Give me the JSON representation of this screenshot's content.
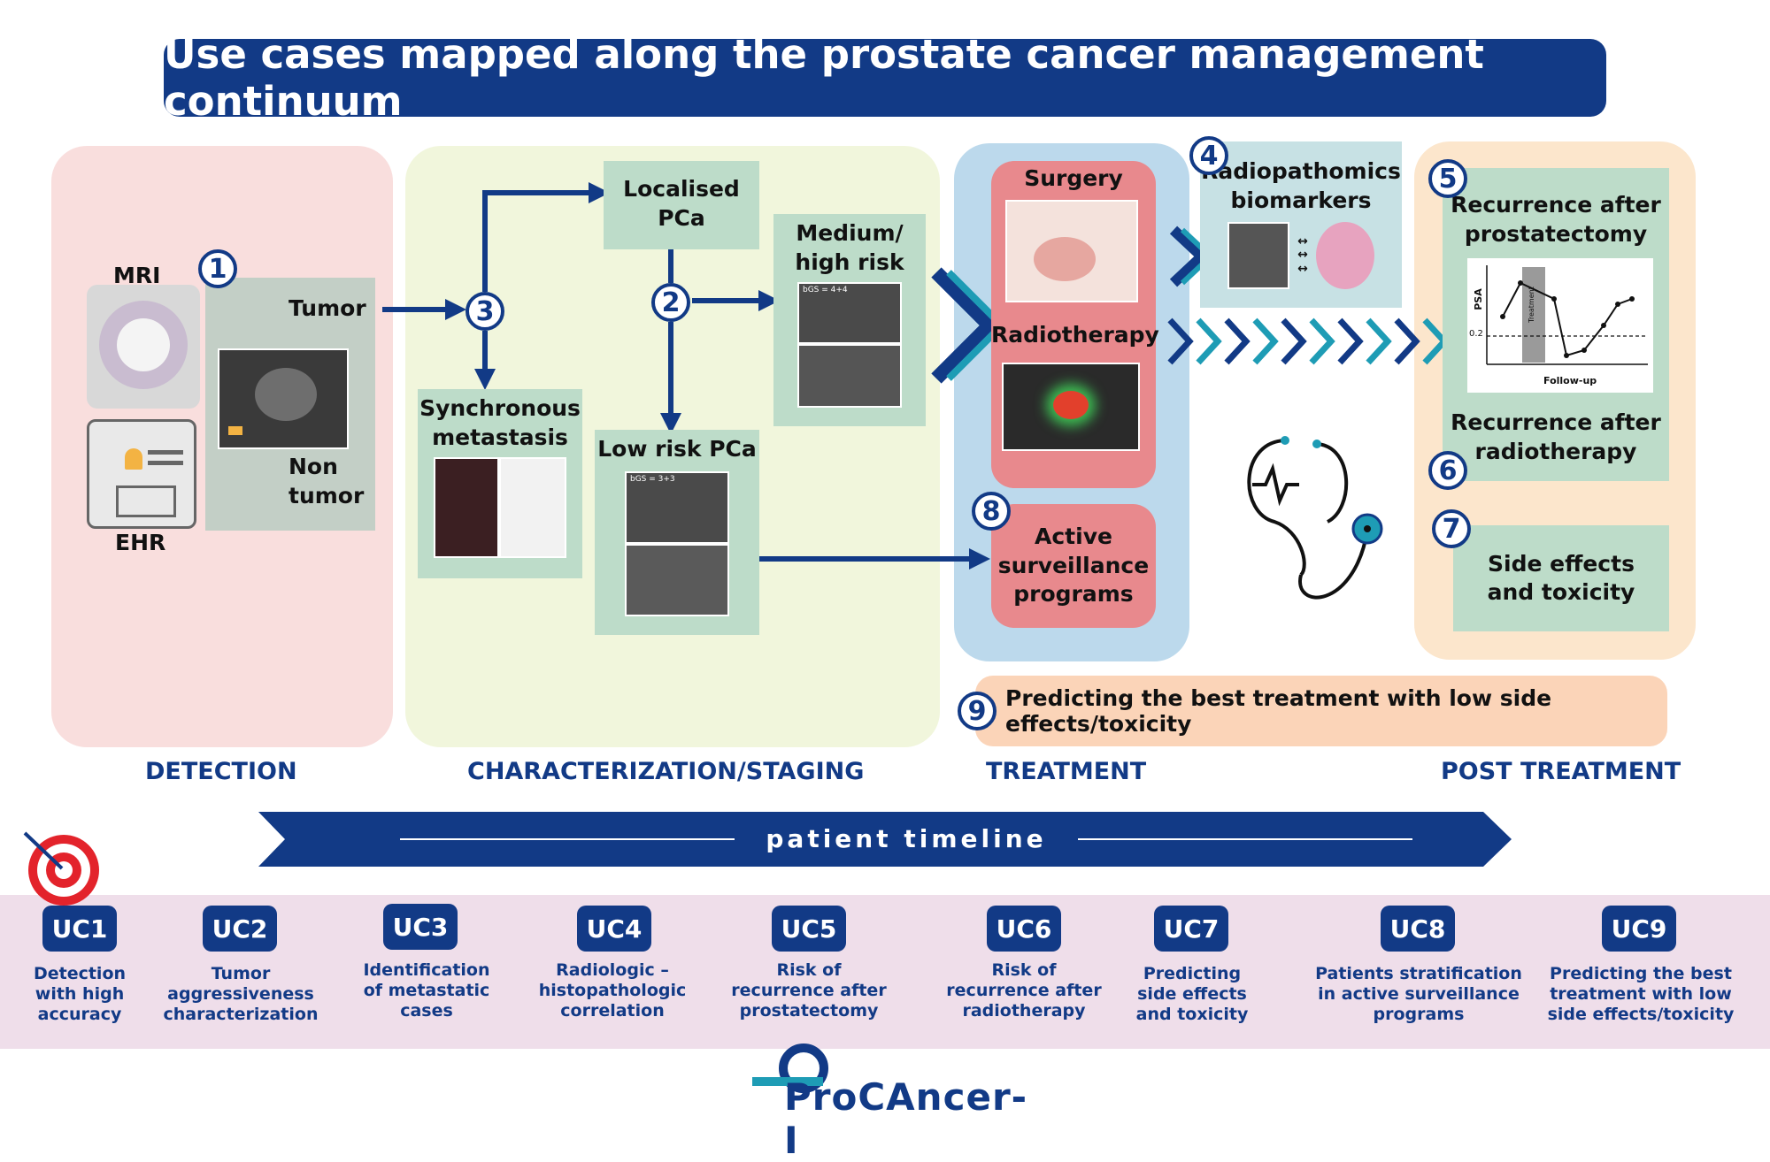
{
  "title": "Use cases mapped along the prostate cancer management continuum",
  "detection": {
    "mri_label": "MRI",
    "ehr_label": "EHR",
    "tumor_label": "Tumor",
    "non_tumor_label": "Non\ntumor"
  },
  "characterization": {
    "localised_label": "Localised\nPCa",
    "medium_high_label": "Medium/\nhigh risk",
    "synchronous_label": "Synchronous\nmetastasis",
    "low_risk_label": "Low risk PCa",
    "mri_tag_high": "bGS = 4+4",
    "mri_tag_low": "bGS = 3+3"
  },
  "treatment": {
    "surgery_label": "Surgery",
    "radiotherapy_label": "Radiotherapy",
    "active_surveillance_label": "Active\nsurveillance\nprograms"
  },
  "radiopathomics_label": "Radiopathomics\nbiomarkers",
  "post_treatment": {
    "recurrence_prostatectomy_label": "Recurrence after\nprostatectomy",
    "recurrence_radiotherapy_label": "Recurrence after\nradiotherapy",
    "side_effects_label": "Side effects\nand toxicity",
    "psa_axis_label": "PSA",
    "followup_axis_label": "Follow-up",
    "threshold_label": "0.2",
    "treatment_band_label": "Treatment"
  },
  "predicting_banner": "Predicting the best treatment with low side effects/toxicity",
  "step_numbers": [
    "1",
    "2",
    "3",
    "4",
    "5",
    "6",
    "7",
    "8",
    "9"
  ],
  "phases": [
    "DETECTION",
    "CHARACTERIZATION/STAGING",
    "TREATMENT",
    "POST TREATMENT"
  ],
  "timeline_label": "patient timeline",
  "use_cases": [
    {
      "badge": "UC1",
      "desc": "Detection\nwith  high\naccuracy"
    },
    {
      "badge": "UC2",
      "desc": "Tumor\naggressiveness\ncharacterization"
    },
    {
      "badge": "UC3",
      "desc": "Identification\nof  metastatic\ncases"
    },
    {
      "badge": "UC4",
      "desc": "Radiologic –\nhistopathologic\ncorrelation"
    },
    {
      "badge": "UC5",
      "desc": "Risk of\nrecurrence after\nprostatectomy"
    },
    {
      "badge": "UC6",
      "desc": "Risk of\nrecurrence after\nradiotherapy"
    },
    {
      "badge": "UC7",
      "desc": "Predicting\nside  effects\nand toxicity"
    },
    {
      "badge": "UC8",
      "desc": "Patients stratification\nin  active surveillance\nprograms"
    },
    {
      "badge": "UC9",
      "desc": "Predicting the best\ntreatment with low\nside effects/toxicity"
    }
  ],
  "logo_text": "ProCAncer-I",
  "colors": {
    "navy": "#123a86",
    "detection_bg": "#f9dedd",
    "characterization_bg": "#f1f6dc",
    "treatment_bg": "#bcd9ec",
    "post_bg": "#fce6cc",
    "box_green": "#bddcc9",
    "box_red": "#e8898d",
    "banner_peach": "#fbd4b8",
    "uc_strip": "#efdeea",
    "teal": "#1e9cb5"
  }
}
